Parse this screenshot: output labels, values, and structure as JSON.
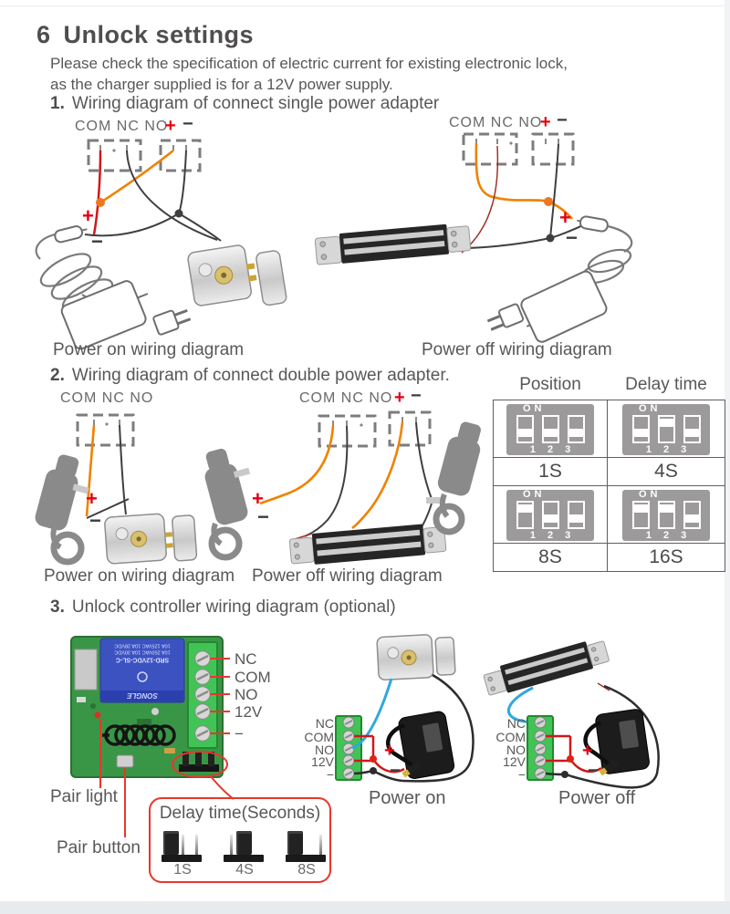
{
  "page": {
    "section_number": "6",
    "title": "Unlock settings",
    "intro_line1": "Please check the specification of electric current for existing electronic lock,",
    "intro_line2": "as the charger supplied is for a 12V power supply."
  },
  "symbols": {
    "plus": "+",
    "minus": "−"
  },
  "section1": {
    "number": "1.",
    "heading": "Wiring diagram of connect single power adapter",
    "power_on": {
      "terminals": "COM NC NO",
      "caption": "Power on wiring diagram"
    },
    "power_off": {
      "terminals": "COM NC NO",
      "caption": "Power off wiring diagram"
    }
  },
  "section2": {
    "number": "2.",
    "heading": "Wiring diagram of connect double power adapter.",
    "power_on": {
      "terminals": "COM NC NO",
      "caption": "Power on wiring diagram"
    },
    "power_off": {
      "terminals": "COM NC NO",
      "caption": "Power off wiring diagram"
    },
    "table": {
      "headers": [
        "Position",
        "Delay time"
      ],
      "dip_on_label": "ON",
      "dip_numbers": [
        "1",
        "2",
        "3"
      ],
      "cells": [
        {
          "label": "1S",
          "switches": [
            false,
            false,
            false
          ]
        },
        {
          "label": "4S",
          "switches": [
            false,
            true,
            false
          ]
        },
        {
          "label": "8S",
          "switches": [
            true,
            false,
            false
          ]
        },
        {
          "label": "16S",
          "switches": [
            true,
            true,
            false
          ]
        }
      ]
    }
  },
  "section3": {
    "number": "3.",
    "heading": "Unlock controller wiring diagram  (optional)",
    "board": {
      "labels": [
        "NC",
        "COM",
        "NO",
        "12V",
        "−"
      ],
      "relay": {
        "line1": "SRD-12VDC-SL-C",
        "line2": "10A 250VAC 10A 30VDC",
        "line3": "10A 125VAC 10A 28VDC",
        "brand": "SONGLE"
      },
      "pair_light": "Pair light",
      "pair_button": "Pair button"
    },
    "delay_box": {
      "title": "Delay time(Seconds)"
    },
    "jumpers": [
      {
        "label": "1S",
        "cap": "left",
        "pins": [
          "middle",
          "right"
        ]
      },
      {
        "label": "4S",
        "cap": "middle",
        "pins": [
          "left"
        ]
      },
      {
        "label": "8S",
        "cap": "left",
        "pins": [
          "right"
        ]
      }
    ],
    "power_on": {
      "terminals": [
        "NC",
        "COM",
        "NO",
        "12V",
        "−"
      ],
      "caption": "Power on"
    },
    "power_off": {
      "terminals": [
        "NC",
        "COM",
        "NO",
        "12V",
        "−"
      ],
      "caption": "Power off"
    }
  },
  "colors": {
    "accent_red": "#e8372a",
    "wire_orange": "#ef8200",
    "wire_red": "#d01818",
    "wire_blue": "#2fa8e0",
    "pcb_green": "#3a9647",
    "terminal_green": "#41c455",
    "relay_blue": "#3c52c0",
    "dip_gray": "#9c9a9a",
    "text": "#595757"
  }
}
